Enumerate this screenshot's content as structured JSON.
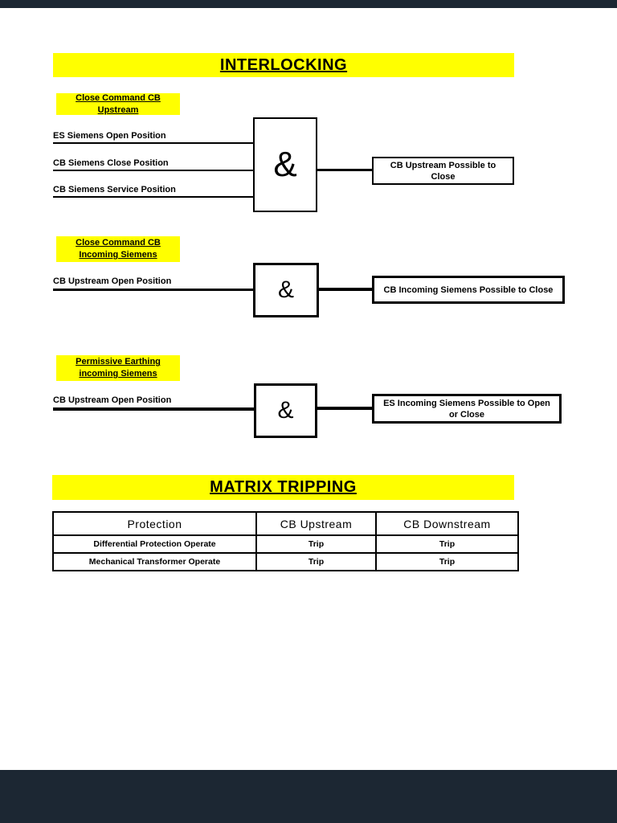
{
  "colors": {
    "highlight": "#ffff00",
    "viewer_chrome": "#1c2733",
    "ink": "#000000"
  },
  "interlocking": {
    "title": "INTERLOCKING",
    "sections": [
      {
        "label": "Close Command CB Upstream",
        "inputs": [
          "ES Siemens Open Position",
          "CB Siemens Close Position",
          "CB Siemens Service Position"
        ],
        "gate": "&",
        "output": "CB Upstream Possible to Close"
      },
      {
        "label": "Close Command CB Incoming Siemens",
        "inputs": [
          "CB Upstream Open Position"
        ],
        "gate": "&",
        "output": "CB Incoming Siemens Possible to Close"
      },
      {
        "label": "Permissive Earthing incoming Siemens",
        "inputs": [
          "CB Upstream Open Position"
        ],
        "gate": "&",
        "output": "ES Incoming Siemens Possible to Open or Close"
      }
    ]
  },
  "matrix": {
    "title": "MATRIX TRIPPING",
    "table": {
      "headers": [
        "Protection",
        "CB Upstream",
        "CB Downstream"
      ],
      "rows": [
        [
          "Differential Protection Operate",
          "Trip",
          "Trip"
        ],
        [
          "Mechanical Transformer Operate",
          "Trip",
          "Trip"
        ]
      ]
    }
  }
}
